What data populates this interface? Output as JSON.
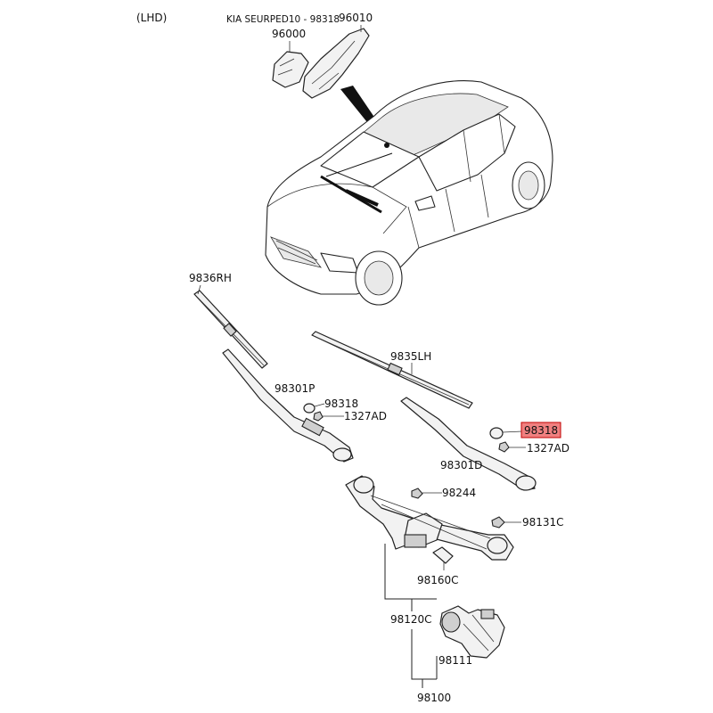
{
  "header": {
    "variant": "(LHD)",
    "model_line": "KIA SEURPED10 - 98318"
  },
  "callouts": {
    "p96010": "96010",
    "p96000": "96000",
    "p9836RH": "9836RH",
    "p9835LH": "9835LH",
    "p98301P": "98301P",
    "p98318_left": "98318",
    "p1327AD_left": "1327AD",
    "p98318_right": "98318",
    "p1327AD_right": "1327AD",
    "p98301D": "98301D",
    "p98244": "98244",
    "p98131C": "98131C",
    "p98160C": "98160C",
    "p98120C": "98120C",
    "p98111": "98111",
    "p98100": "98100"
  },
  "highlight": {
    "part": "98318",
    "fill_color": "#f08080",
    "border_color": "#c00000"
  }
}
